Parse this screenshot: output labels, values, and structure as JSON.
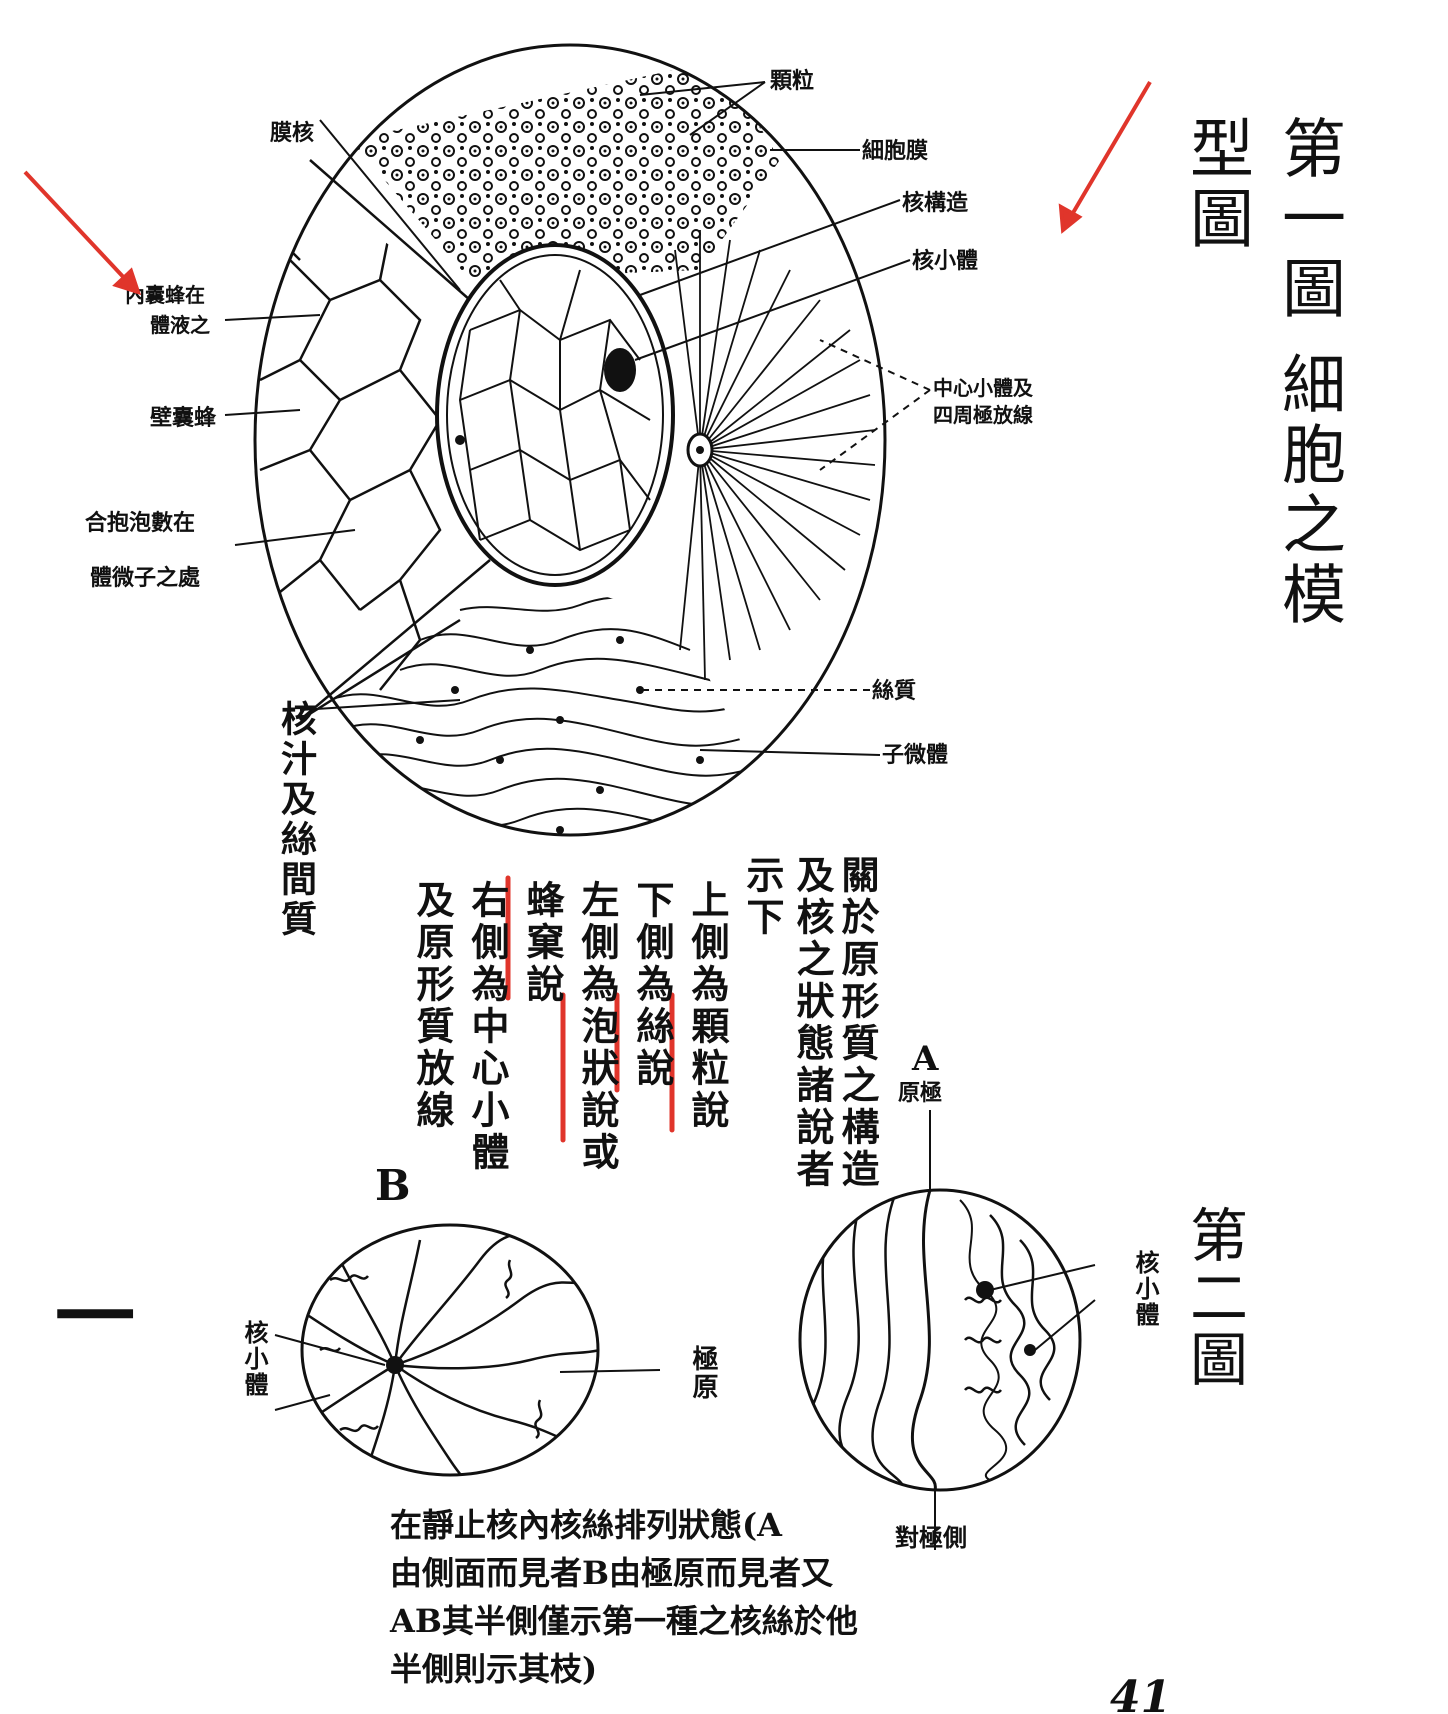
{
  "fig1": {
    "title": "第一圖 細胞之模型圖",
    "labels": {
      "granules": "顆粒",
      "cell_membrane": "細胞膜",
      "nucleus_structure": "核構造",
      "nucleolus": "核小體",
      "centrosome": "中心小體及四周極放線",
      "centrosome_line1": "中心小體及",
      "centrosome_line2": "四周極放線",
      "fibrous": "絲質",
      "microsome": "子微體",
      "nuclear_membrane": "膜核",
      "cell_fluid_line1": "內囊蜂在",
      "cell_fluid_line2": "體液之",
      "honeycomb_wall": "壁囊蜂",
      "alveolar_line1": "合抱泡數在",
      "alveolar_line2": "體微子之處",
      "nuclear_sap": "核汁及絲間質"
    },
    "explanation_cols": [
      "關於原形質之構造",
      "及核之狀態諸說者",
      "示下",
      "上側為顆粒說",
      "下側為絲說",
      "左側為泡狀說或",
      "蜂窠說",
      "右側為中心小體",
      "及原形質放線"
    ]
  },
  "fig2": {
    "title": "第二圖",
    "label_A": "A",
    "label_B": "B",
    "polar_origin_A": "原極",
    "nucleolus_A": "核小體",
    "polar_opposite": "對極側",
    "nucleolus_B": "核小體",
    "polar_origin_B": "極原",
    "caption_lines": [
      "在靜止核內核絲排列狀態(A",
      "由側面而見者B由極原而見者又",
      "AB其半側僅示第一種之核絲於他",
      "半側則示其枝)"
    ]
  },
  "page_number": "41",
  "margin_mark": "一",
  "annotation_color": "#e0352b"
}
